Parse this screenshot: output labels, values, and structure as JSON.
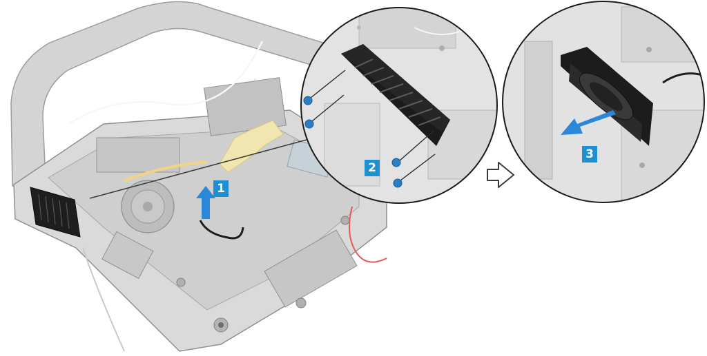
{
  "steps": [
    {
      "number": "1"
    },
    {
      "number": "2"
    },
    {
      "number": "3"
    }
  ],
  "colors": {
    "badge": "#1e8fd0",
    "arrow": "#2b88d8",
    "screw": "#2b7fc6",
    "chassis": "#d8d8d8",
    "chassis_outline": "#9a9a9a",
    "speaker": "#1c1c1c",
    "cable_white": "#f2f2f2",
    "cable_red": "#e04848"
  },
  "icons": [
    "chassis-illustration",
    "speaker-module-icon",
    "speaker-removed-icon",
    "screw-icon",
    "lift-arrow-icon",
    "slide-arrow-icon",
    "next-step-arrow-icon"
  ]
}
